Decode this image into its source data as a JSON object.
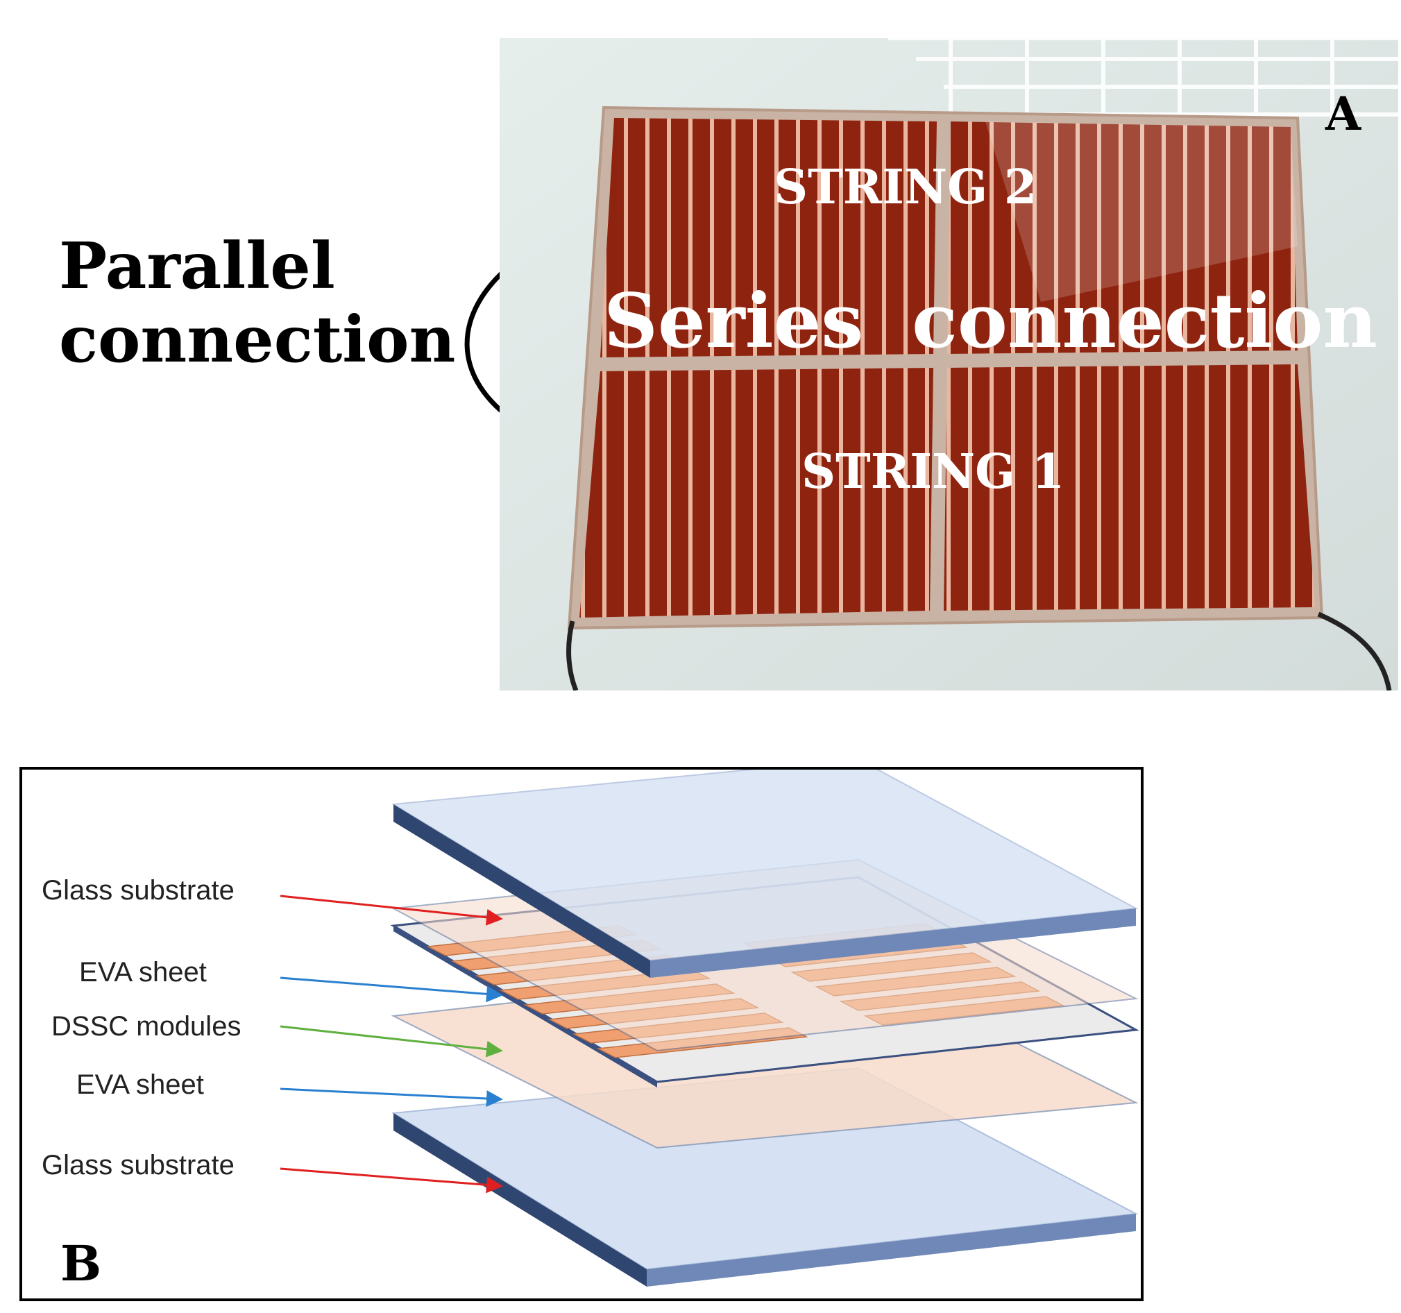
{
  "panel_a": {
    "label": "A",
    "parallel_label_line1": "Parallel",
    "parallel_label_line2": "connection",
    "string_2": "STRING 2",
    "string_1": "STRING 1",
    "series_word1": "Series",
    "series_word2": "connection"
  },
  "panel_b": {
    "label": "B",
    "layers": [
      "Glass substrate",
      "EVA sheet",
      "DSSC modules",
      "EVA sheet",
      "Glass substrate"
    ]
  },
  "colors": {
    "cell_red": "#8e2410",
    "glass_blue": "#d6e2f3",
    "glass_edge": "#2f4670",
    "eva_peach": "#f7dccb",
    "dssc_orange": "#f0a070",
    "arrow_red": "#e02020",
    "arrow_blue": "#2a80d0",
    "arrow_green": "#60b040"
  }
}
